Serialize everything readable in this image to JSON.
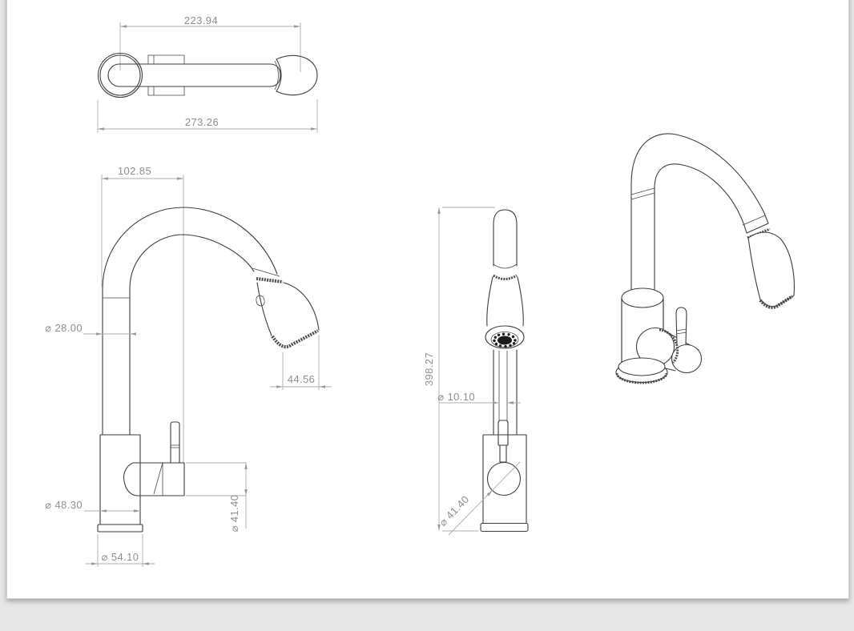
{
  "sheet": {
    "description": "technical dimension drawing of a pull-down kitchen faucet",
    "paper_color": "#ffffff",
    "backdrop_color": "#e7e7e7",
    "line_color": "#3d3d3d",
    "dimension_color": "#8f8f8f"
  },
  "views": {
    "top": {
      "width_between_centers": "223.94",
      "overall_width": "273.26"
    },
    "front": {
      "spout_offset": "102.85",
      "spout_tube_diameter": "⌀ 28.00",
      "spray_head_width": "44.56",
      "body_diameter": "⌀ 48.30",
      "handle_diameter": "⌀ 41.40",
      "base_diameter": "⌀ 54.10"
    },
    "side": {
      "overall_height": "398.27",
      "hose_diameter": "⌀ 10.10",
      "handle_boss_diameter": "⌀ 41.40"
    }
  }
}
